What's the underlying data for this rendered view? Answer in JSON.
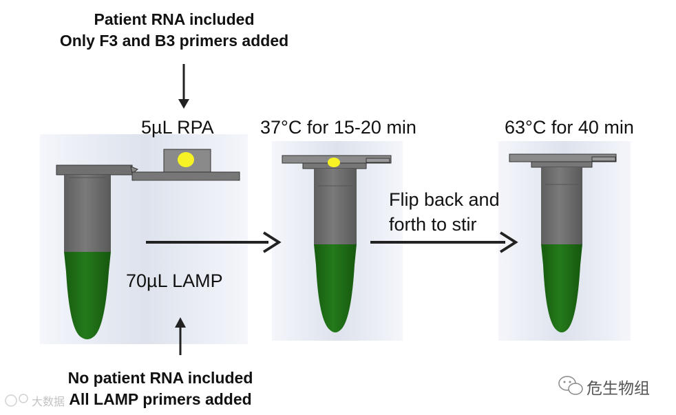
{
  "top_note": {
    "line1": "Patient RNA included",
    "line2": "Only F3 and B3 primers added"
  },
  "bottom_note": {
    "line1": "No patient RNA included",
    "line2": "All LAMP primers added"
  },
  "labels": {
    "rpa": "5µL RPA",
    "lamp": "70µL LAMP",
    "step1": "37°C for 15-20 min",
    "step2": "63°C for 40 min",
    "flip_line1": "Flip back and",
    "flip_line2": "forth to stir"
  },
  "watermarks": {
    "right": "危生物组",
    "left": "大数据"
  },
  "colors": {
    "liquid": "#1e6e15",
    "tube": "#6e6e6e",
    "panel": "#e3e7f0",
    "rpa_drop": "#f6f226",
    "arrow": "#222222"
  }
}
